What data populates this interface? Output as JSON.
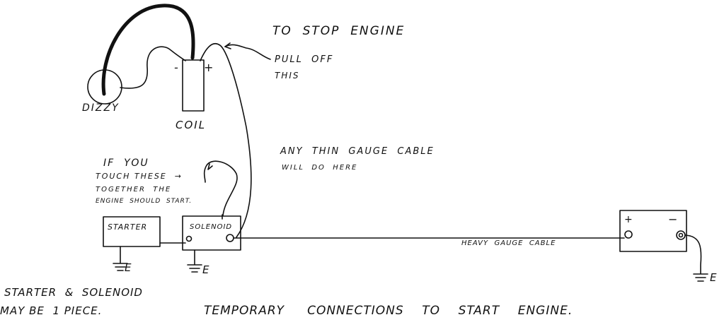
{
  "labels": {
    "dizzy": "DIZZY",
    "coil": "COIL",
    "coil_minus": "-",
    "coil_plus": "+",
    "stop_line1": "TO  STOP  ENGINE",
    "stop_line2": "PULL  OFF",
    "stop_line3": "THIS",
    "thin_line1": "ANY  THIN  GAUGE  CABLE",
    "thin_line2": "WILL  DO  HERE",
    "touch_line1": "IF  YOU",
    "touch_line2": "TOUCH THESE  →",
    "touch_line3": "TOGETHER  THE",
    "touch_line4": "ENGINE  SHOULD  START.",
    "starter": "STARTER",
    "solenoid": "SOLENOID",
    "earth1": "E",
    "earth2": "E",
    "earth3": "E",
    "heavy": "HEAVY  GAUGE  CABLE",
    "batt_plus": "+",
    "batt_minus": "−",
    "note_line1": "STARTER  &  SOLENOID",
    "note_line2": "MAY BE  1 PIECE.",
    "title": "TEMPORARY     CONNECTIONS    TO    START    ENGINE."
  },
  "colors": {
    "ink": "#111111",
    "paper": "#ffffff"
  }
}
